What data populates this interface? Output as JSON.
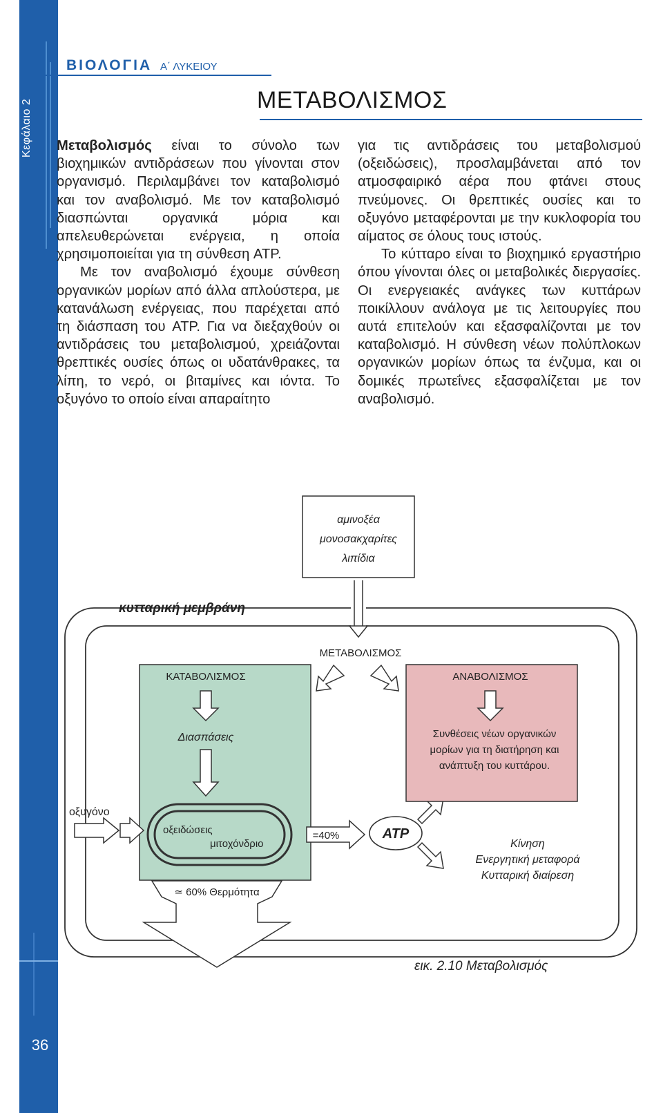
{
  "header": {
    "subject": "ΒΙΟΛΟΓΙΑ",
    "grade": "Α΄ ΛΥΚΕΙΟΥ",
    "chapter_label": "Κεφάλαιο 2",
    "title": "ΜΕΤΑΒΟΛΙΣΜΟΣ"
  },
  "text": {
    "p1_term": "Μεταβολισμός",
    "p1_rest": " είναι το σύνολο των βιοχημικών αντιδράσεων που γίνονται στον οργανισμό. Περιλαμβάνει τον καταβολισμό και τον αναβολισμό. Με τον καταβολισμό διασπώνται οργανικά μόρια και απελευθερώνεται ενέργεια, η οποία χρησιμοποιείται για τη σύνθεση ATP.",
    "p2": "Με τον αναβολισμό έχουμε σύνθεση οργανικών μορίων από άλλα απλούστερα, με κατανάλωση ενέργειας, που παρέχεται από τη διάσπαση του ATP. Για να διεξαχθούν οι αντιδράσεις του μεταβολισμού, χρειάζονται θρεπτικές ουσίες όπως οι υδατάνθρακες, τα λίπη, το νερό, οι βιταμίνες και ιόντα. Το οξυγόνο το οποίο είναι απαραίτητο",
    "p3": "για τις αντιδράσεις του μεταβολισμού (οξειδώσεις), προσλαμβάνεται από τον ατμοσφαιρικό αέρα που φτάνει στους πνεύμονες. Οι θρεπτικές ουσίες και το οξυγόνο μεταφέρονται με την κυκλοφορία του αίματος σε όλους τους ιστούς.",
    "p4": "Το κύτταρο είναι το βιοχημικό εργαστήριο όπου γίνονται όλες οι μεταβολικές διεργασίες. Οι ενεργειακές ανάγκες των κυττάρων ποικίλλουν ανάλογα με τις λειτουργίες που αυτά επιτελούν και εξασφαλίζονται με τον καταβολισμό. Η σύνθεση νέων πολύπλοκων οργανικών μορίων όπως τα ένζυμα, και οι δομικές πρωτεΐνες εξασφαλίζεται με τον αναβολισμό."
  },
  "diagram": {
    "nutrients": [
      "αμινοξέα",
      "μονοσακχαρίτες",
      "λιπίδια"
    ],
    "membrane": "κυτταρική μεμβράνη",
    "metabolism": "ΜΕΤΑΒΟΛΙΣΜΟΣ",
    "catabolism": "ΚΑΤΑΒΟΛΙΣΜΟΣ",
    "breakdown": "Διασπάσεις",
    "anabolism": "ΑΝΑΒΟΛΙΣΜΟΣ",
    "synthesis": [
      "Συνθέσεις νέων οργανικών",
      "μορίων για τη διατήρηση και",
      "ανάπτυξη του κυττάρου."
    ],
    "oxygen": "οξυγόνο",
    "oxidations": "οξειδώσεις",
    "mitochondrion": "μιτοχόνδριο",
    "percent_atp": "=40%",
    "atp": "ATP",
    "heat": "≃ 60% Θερμότητα",
    "uses": [
      "Κίνηση",
      "Ενεργητική μεταφορά",
      "Κυτταρική διαίρεση"
    ],
    "colors": {
      "catabolism_fill": "#b7d9c8",
      "anabolism_fill": "#e8b9bb"
    }
  },
  "caption": "εικ. 2.10 Μεταβολισμός",
  "page_number": "36"
}
